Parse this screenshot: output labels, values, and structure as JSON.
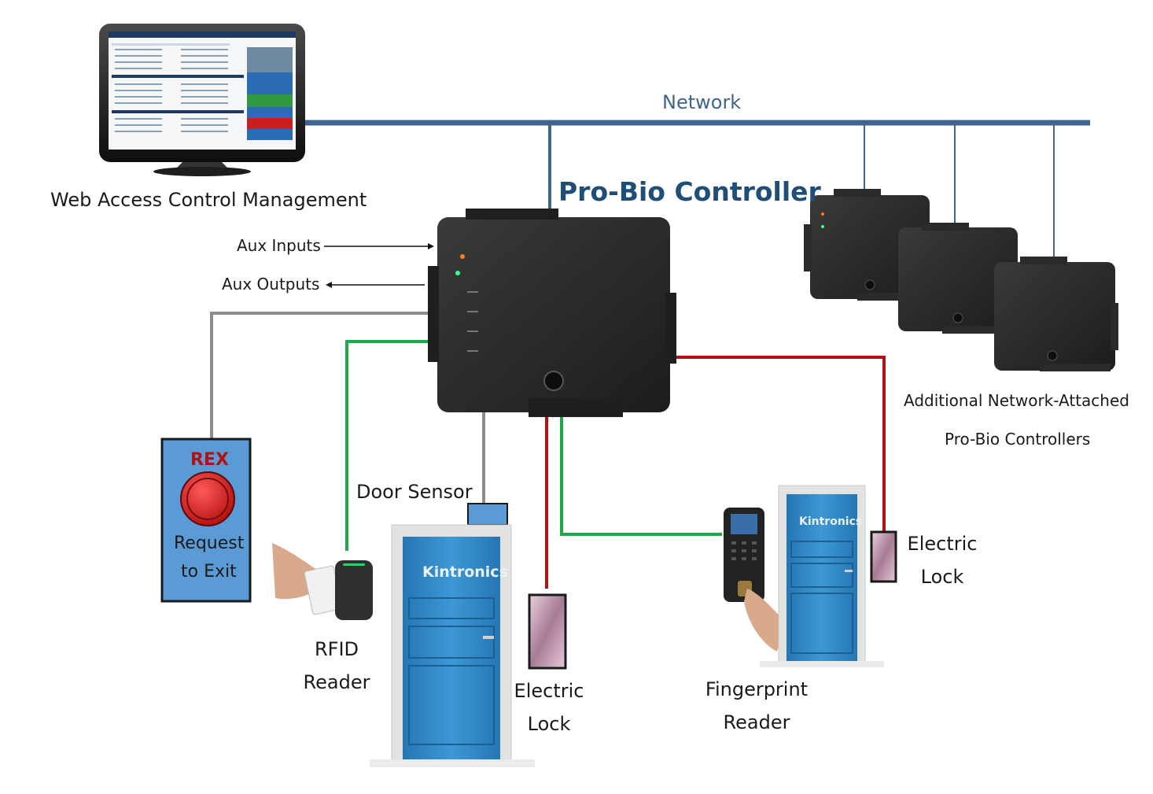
{
  "network": {
    "label": "Network"
  },
  "management": {
    "label": "Web Access Control Management"
  },
  "controller": {
    "title": "Pro-Bio Controller",
    "aux_inputs": "Aux Inputs",
    "aux_outputs": "Aux Outputs"
  },
  "additional": {
    "line1": "Additional Network-Attached",
    "line2": "Pro-Bio Controllers"
  },
  "rex": {
    "badge": "REX",
    "line1": "Request",
    "line2": "to Exit"
  },
  "rfid": {
    "line1": "RFID",
    "line2": "Reader"
  },
  "door_sensor": {
    "label": "Door Sensor"
  },
  "lock_left": {
    "line1": "Electric",
    "line2": "Lock"
  },
  "lock_right": {
    "line1": "Electric",
    "line2": "Lock"
  },
  "fingerprint": {
    "line1": "Fingerprint",
    "line2": "Reader"
  },
  "brand": "Kintronics",
  "colors": {
    "network_line": "#3d6590",
    "gray_wire": "#8c8c8c",
    "green_wire": "#1fa84a",
    "red_wire": "#b01313",
    "door_blue": "#2e86c1",
    "controller_dark": "#2a2a2a",
    "rex_panel": "#5b9bd5"
  }
}
